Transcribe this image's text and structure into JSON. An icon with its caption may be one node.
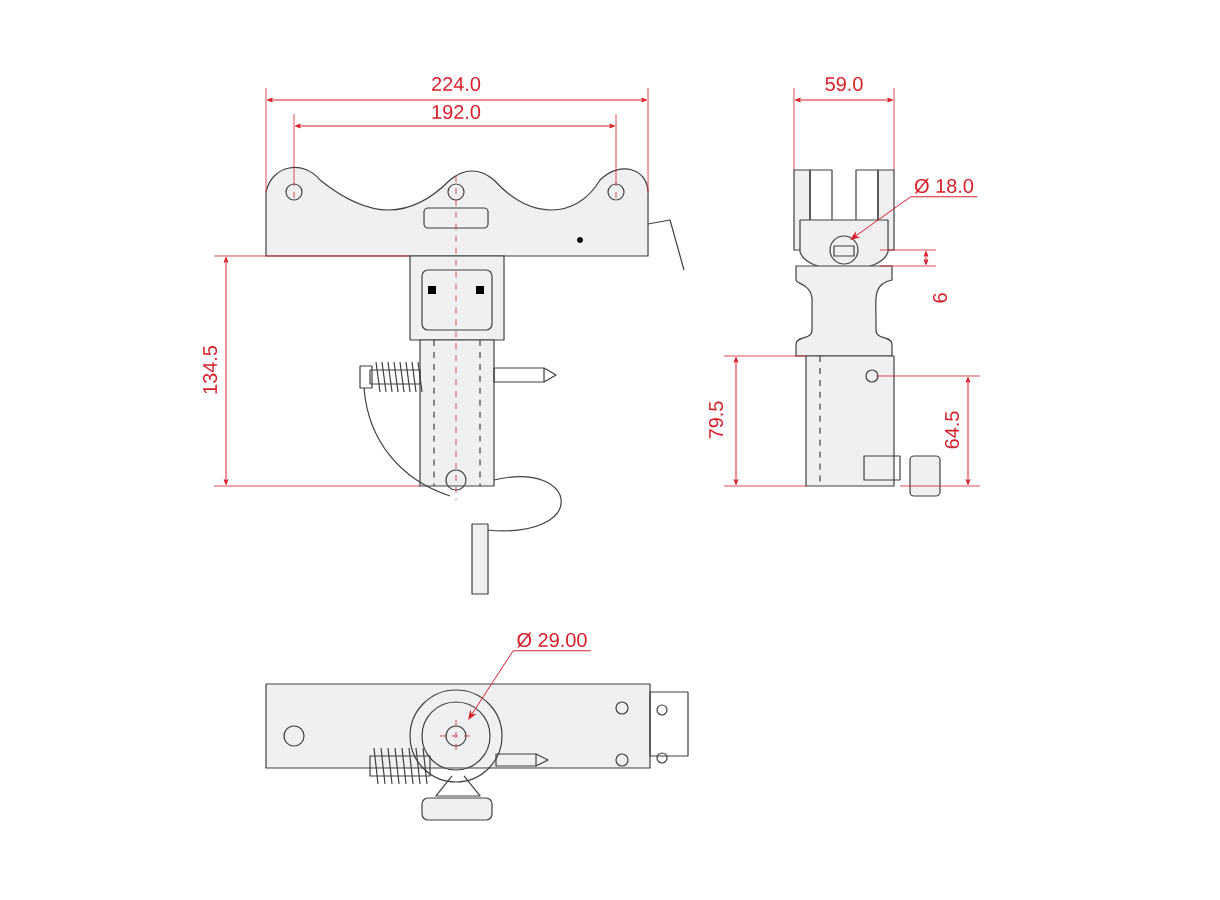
{
  "diagram": {
    "nodes": [
      {
        "text": [
          "Ø 18.0"
        ]
      },
      {
        "text": [
          "Ø 29.00"
        ]
      }
    ],
    "edges": [
      {
        "from": 0,
        "to": null,
        "arrow": "to"
      },
      {
        "from": 1,
        "to": null,
        "arrow": "to"
      }
    ],
    "labels": [
      "224.0",
      "192.0",
      "134.5",
      "59.0",
      "6",
      "79.5",
      "64.5"
    ]
  }
}
